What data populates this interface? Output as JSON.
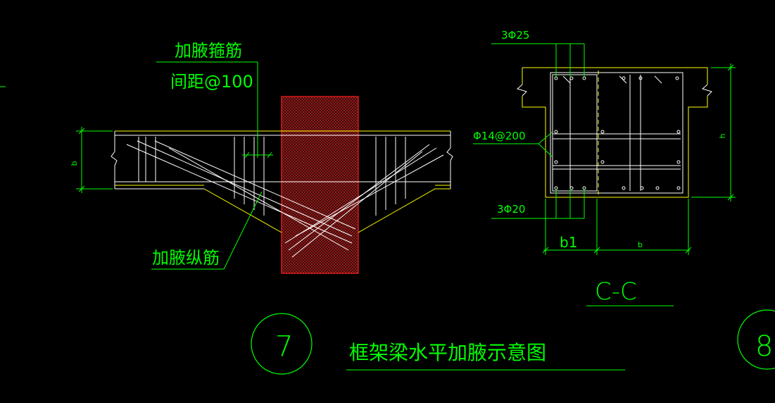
{
  "colors": {
    "background": "#000000",
    "green": "#00ff00",
    "white": "#ffffff",
    "yellow": "#ffff00",
    "red": "#ff2020",
    "red_fill": "#6a1a1a"
  },
  "detail7": {
    "label_stirrup": "加腋箍筋",
    "label_spacing": "间距@100",
    "label_long_bar": "加腋纵筋",
    "dim_b": "b",
    "circle_number": "7",
    "title": "框架梁水平加腋示意图"
  },
  "detail_cc": {
    "top_bars": "3Φ25",
    "stirrup": "Φ14@200",
    "bottom_bars": "3Φ20",
    "dim_b1": "b1",
    "dim_b": "b",
    "dim_h": "h",
    "section_label": "C-C"
  },
  "detail8": {
    "circle_number": "8"
  }
}
